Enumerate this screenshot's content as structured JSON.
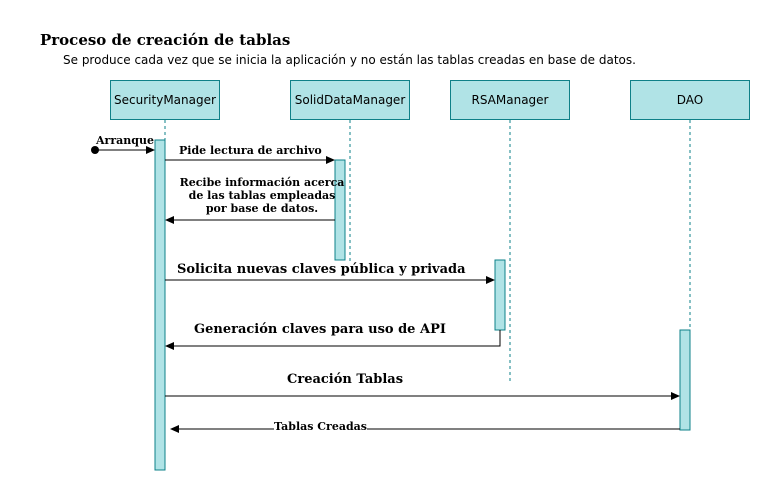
{
  "diagram": {
    "title": "Proceso de creación de tablas",
    "subtitle": "Se produce cada vez que se inicia la aplicación y no están las tablas creadas en base de datos.",
    "participants": [
      {
        "id": "security",
        "label": "SecurityManager"
      },
      {
        "id": "solid",
        "label": "SolidDataManager"
      },
      {
        "id": "rsa",
        "label": "RSAManager"
      },
      {
        "id": "dao",
        "label": "DAO"
      }
    ],
    "messages": [
      {
        "from": "start",
        "to": "security",
        "label": "Arranque"
      },
      {
        "from": "security",
        "to": "solid",
        "label": "Pide lectura de archivo"
      },
      {
        "from": "solid",
        "to": "security",
        "label_lines": [
          "Recibe información acerca",
          "de las tablas empleadas",
          "por base de datos."
        ]
      },
      {
        "from": "security",
        "to": "rsa",
        "label": "Solicita nuevas claves pública y privada"
      },
      {
        "from": "rsa",
        "to": "security",
        "label": "Generación claves para uso de API"
      },
      {
        "from": "security",
        "to": "dao",
        "label": "Creación Tablas"
      },
      {
        "from": "dao",
        "to": "security",
        "label": "Tablas Creadas"
      }
    ]
  }
}
